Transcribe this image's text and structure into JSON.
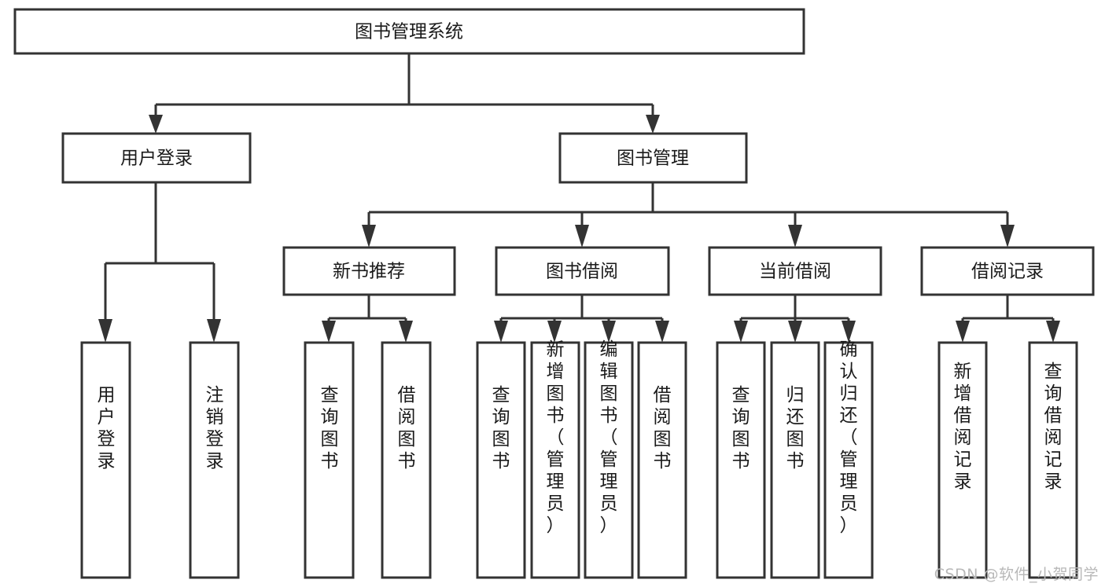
{
  "diagram": {
    "type": "tree-hierarchy",
    "title": "图书管理系统",
    "watermark": "CSDN @软件_小贺同学",
    "colors": {
      "box_fill": "#ffffff",
      "box_stroke": "#333333",
      "text": "#1a1a1a",
      "background": "#ffffff",
      "watermark": "#b8b8b8"
    },
    "levels": {
      "level1": [
        {
          "id": "root",
          "label": "图书管理系统"
        }
      ],
      "level2": [
        {
          "id": "user-login",
          "label": "用户登录",
          "parent": "root"
        },
        {
          "id": "book-manage",
          "label": "图书管理",
          "parent": "root"
        }
      ],
      "level3": [
        {
          "id": "new-book-rec",
          "label": "新书推荐",
          "parent": "book-manage"
        },
        {
          "id": "book-borrow",
          "label": "图书借阅",
          "parent": "book-manage"
        },
        {
          "id": "current-borrow",
          "label": "当前借阅",
          "parent": "book-manage"
        },
        {
          "id": "borrow-record",
          "label": "借阅记录",
          "parent": "book-manage"
        }
      ],
      "leaves": [
        {
          "id": "leaf-user-login",
          "label": "用户登录",
          "parent": "user-login"
        },
        {
          "id": "leaf-logout",
          "label": "注销登录",
          "parent": "user-login"
        },
        {
          "id": "leaf-query-book-1",
          "label": "查询图书",
          "parent": "new-book-rec"
        },
        {
          "id": "leaf-borrow-book-1",
          "label": "借阅图书",
          "parent": "new-book-rec"
        },
        {
          "id": "leaf-query-book-2",
          "label": "查询图书",
          "parent": "book-borrow"
        },
        {
          "id": "leaf-add-book",
          "label": "新增图书（管理员）",
          "parent": "book-borrow"
        },
        {
          "id": "leaf-edit-book",
          "label": "编辑图书（管理员）",
          "parent": "book-borrow"
        },
        {
          "id": "leaf-borrow-book-2",
          "label": "借阅图书",
          "parent": "book-borrow"
        },
        {
          "id": "leaf-query-book-3",
          "label": "查询图书",
          "parent": "current-borrow"
        },
        {
          "id": "leaf-return-book",
          "label": "归还图书",
          "parent": "current-borrow"
        },
        {
          "id": "leaf-confirm-return",
          "label": "确认归还（管理员）",
          "parent": "current-borrow"
        },
        {
          "id": "leaf-add-record",
          "label": "新增借阅记录",
          "parent": "borrow-record"
        },
        {
          "id": "leaf-query-record",
          "label": "查询借阅记录",
          "parent": "borrow-record"
        }
      ]
    }
  }
}
